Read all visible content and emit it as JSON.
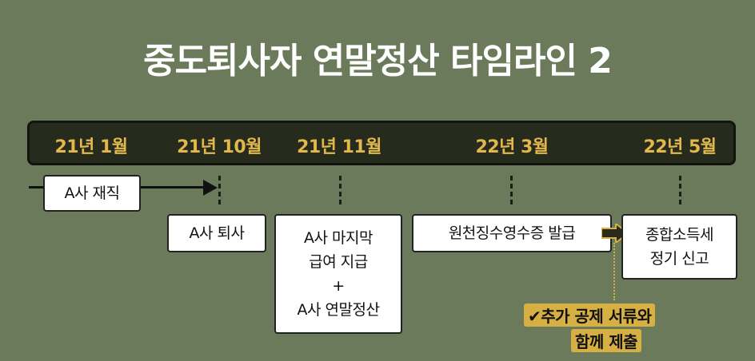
{
  "title": "중도퇴사자 연말정산 타임라인 2",
  "timeline": {
    "dates": [
      "21년 1월",
      "21년 10월",
      "21년 11월",
      "22년 3월",
      "22년 5월"
    ]
  },
  "events": {
    "employed": "A사 재직",
    "resign": "A사 퇴사",
    "last_pay": "A사 마지막\n급여 지급\n+\nA사 연말정산",
    "withholding_receipt": "원천징수영수증 발급",
    "income_tax": "종합소득세\n정기 신고"
  },
  "note": {
    "line1": "✔추가 공제 서류와",
    "line2": "함께 제출"
  },
  "colors": {
    "background": "#6b7a5a",
    "bar": "#272b1e",
    "date_text": "#e2b84a",
    "note_highlight": "#d7b043"
  }
}
